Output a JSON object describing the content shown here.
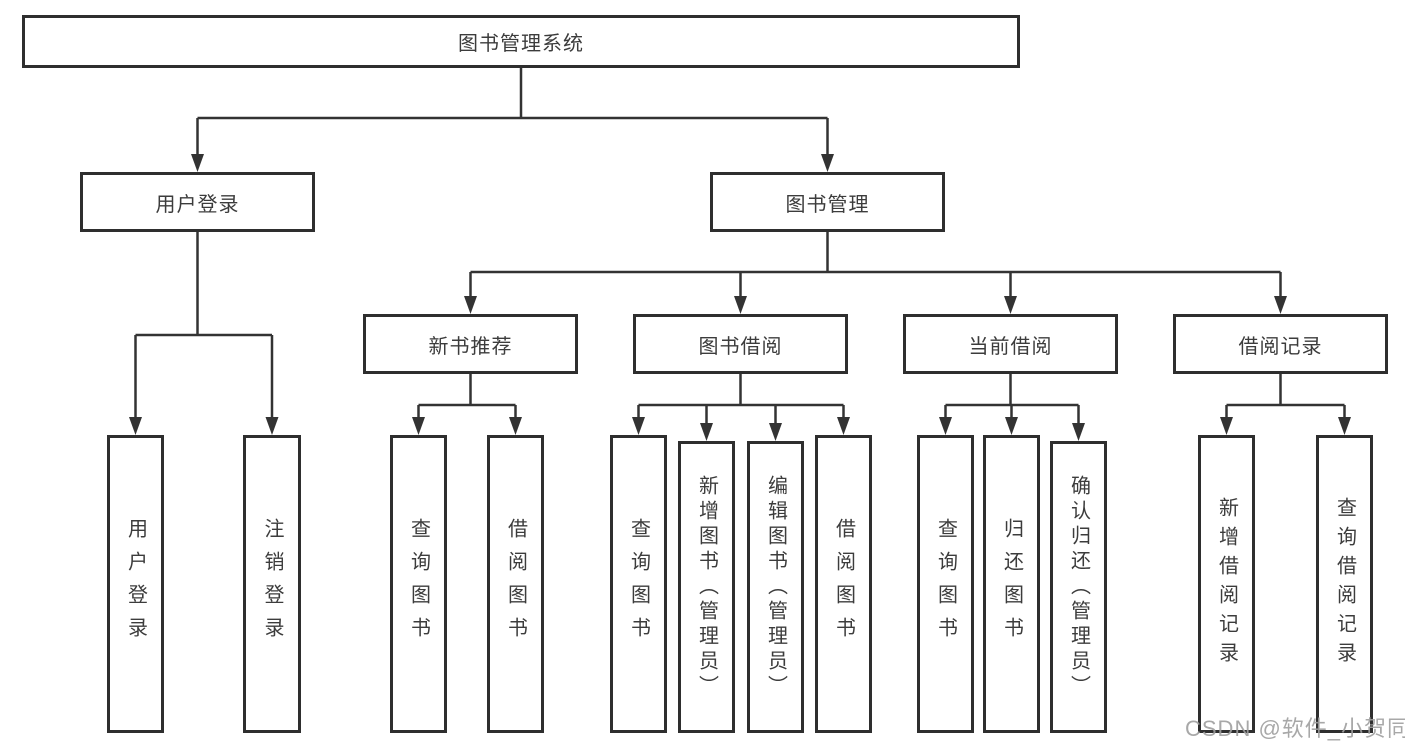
{
  "diagram": {
    "root": {
      "label": "图书管理系统"
    },
    "branches": [
      {
        "label": "用户登录",
        "children": [
          {
            "label": "用户登录"
          },
          {
            "label": "注销登录"
          }
        ]
      },
      {
        "label": "图书管理",
        "children": [
          {
            "label": "新书推荐",
            "children": [
              {
                "label": "查询图书"
              },
              {
                "label": "借阅图书"
              }
            ]
          },
          {
            "label": "图书借阅",
            "children": [
              {
                "label": "查询图书"
              },
              {
                "label": "新增图书（管理员）"
              },
              {
                "label": "编辑图书（管理员）"
              },
              {
                "label": "借阅图书"
              }
            ]
          },
          {
            "label": "当前借阅",
            "children": [
              {
                "label": "查询图书"
              },
              {
                "label": "归还图书"
              },
              {
                "label": "确认归还（管理员）"
              }
            ]
          },
          {
            "label": "借阅记录",
            "children": [
              {
                "label": "新增借阅记录"
              },
              {
                "label": "查询借阅记录"
              }
            ]
          }
        ]
      }
    ]
  },
  "watermark": {
    "text": "CSDN @软件_小贺同学"
  },
  "colors": {
    "line": "#333333",
    "border": "#2e2e2e",
    "text": "#3c3c3c",
    "watermark": "#9e9e9e",
    "background": "#ffffff"
  }
}
